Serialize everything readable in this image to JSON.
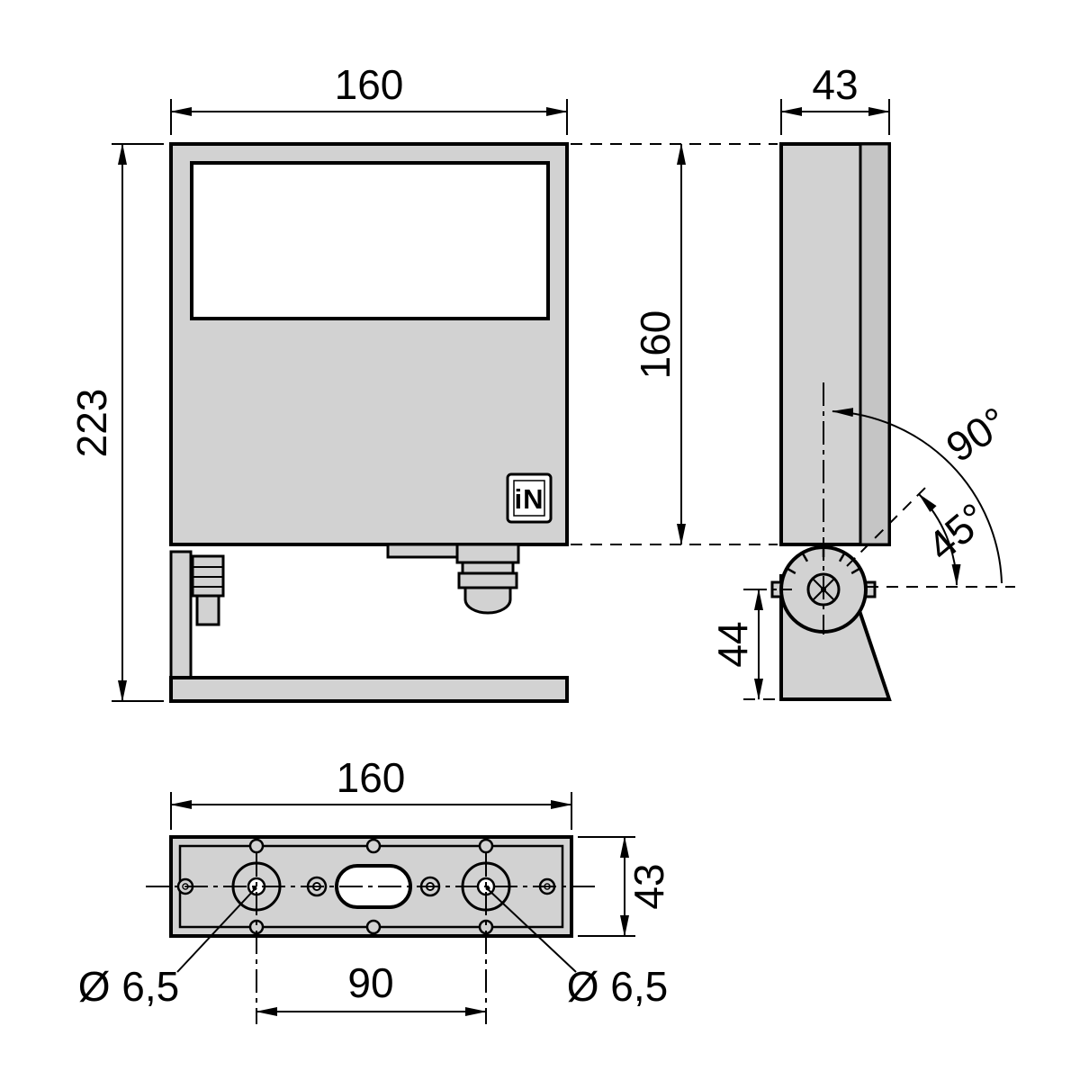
{
  "drawing": {
    "brand_mark": "iN",
    "colors": {
      "housing_fill": "#d2d2d2",
      "line": "#000000",
      "background": "#ffffff"
    },
    "front_view": {
      "width_mm": "160",
      "overall_height_mm": "223"
    },
    "side_view": {
      "depth_mm": "43",
      "housing_height_mm": "160",
      "swivel_angle": "90°",
      "tilt_angle": "45°",
      "pivot_to_base_mm": "44"
    },
    "bottom_view": {
      "width_mm": "160",
      "depth_mm": "43",
      "left_hole_diameter": "Ø 6,5",
      "right_hole_diameter": "Ø 6,5",
      "hole_spacing_mm": "90"
    }
  }
}
